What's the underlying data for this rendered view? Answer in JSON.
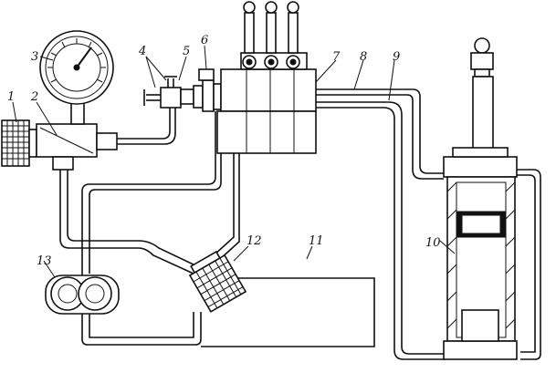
{
  "diagram": {
    "type": "hydraulic-test-rig-schematic",
    "callouts": [
      {
        "id": "c1",
        "text": "1"
      },
      {
        "id": "c2",
        "text": "2"
      },
      {
        "id": "c3",
        "text": "3"
      },
      {
        "id": "c4",
        "text": "4"
      },
      {
        "id": "c5",
        "text": "5"
      },
      {
        "id": "c6",
        "text": "6"
      },
      {
        "id": "c7",
        "text": "7"
      },
      {
        "id": "c8",
        "text": "8"
      },
      {
        "id": "c9",
        "text": "9"
      },
      {
        "id": "c10",
        "text": "10"
      },
      {
        "id": "c11",
        "text": "11"
      },
      {
        "id": "c12",
        "text": "12"
      },
      {
        "id": "c13",
        "text": "13"
      }
    ],
    "components": [
      {
        "callout": "1",
        "icon": "handwheel-icon"
      },
      {
        "callout": "2",
        "icon": "valve-body-icon"
      },
      {
        "callout": "3",
        "icon": "pressure-gauge-icon"
      },
      {
        "callout": "4",
        "icon": "tee-fitting-icon"
      },
      {
        "callout": "5",
        "icon": "fitting-icon"
      },
      {
        "callout": "6",
        "icon": "nut-icon"
      },
      {
        "callout": "7",
        "icon": "distributor-valve-icon"
      },
      {
        "callout": "8",
        "icon": "pipe-icon"
      },
      {
        "callout": "9",
        "icon": "pipe-icon"
      },
      {
        "callout": "10",
        "icon": "hydraulic-cylinder-icon"
      },
      {
        "callout": "11",
        "icon": "oil-tank-icon"
      },
      {
        "callout": "12",
        "icon": "filter-icon"
      },
      {
        "callout": "13",
        "icon": "gear-pump-icon"
      }
    ],
    "colors": {
      "ink": "#111111",
      "paper": "#ffffff"
    }
  }
}
